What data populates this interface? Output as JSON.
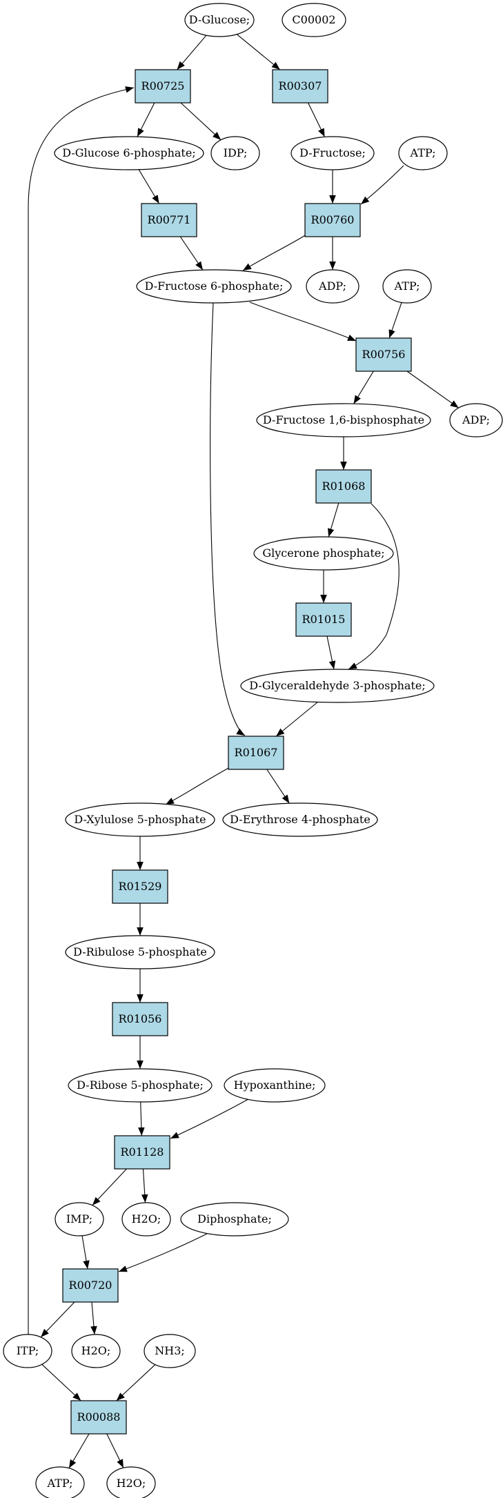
{
  "colors": {
    "start": "#00ee00",
    "compound": "#ffff00",
    "reaction": "#add8e6",
    "metabolite": "#ffffff"
  },
  "nodes": {
    "d_glucose": {
      "label": "D-Glucose;",
      "shape": "ellipse",
      "fill": "#00ee00"
    },
    "c00002": {
      "label": "C00002",
      "shape": "ellipse",
      "fill": "#ffff00"
    },
    "r00725": {
      "label": "R00725",
      "shape": "box"
    },
    "r00307": {
      "label": "R00307",
      "shape": "box"
    },
    "d_glucose_6p": {
      "label": "D-Glucose 6-phosphate;",
      "shape": "ellipse"
    },
    "idp": {
      "label": "IDP;",
      "shape": "ellipse"
    },
    "d_fructose": {
      "label": "D-Fructose;",
      "shape": "ellipse"
    },
    "atp_1": {
      "label": "ATP;",
      "shape": "ellipse"
    },
    "r00771": {
      "label": "R00771",
      "shape": "box"
    },
    "r00760": {
      "label": "R00760",
      "shape": "box"
    },
    "d_fructose_6p": {
      "label": "D-Fructose 6-phosphate;",
      "shape": "ellipse"
    },
    "adp_1": {
      "label": "ADP;",
      "shape": "ellipse"
    },
    "atp_2": {
      "label": "ATP;",
      "shape": "ellipse"
    },
    "r00756": {
      "label": "R00756",
      "shape": "box"
    },
    "d_fructose_16bp": {
      "label": "D-Fructose 1,6-bisphosphate",
      "shape": "ellipse"
    },
    "adp_2": {
      "label": "ADP;",
      "shape": "ellipse"
    },
    "r01068": {
      "label": "R01068",
      "shape": "box"
    },
    "glycerone_p": {
      "label": "Glycerone phosphate;",
      "shape": "ellipse"
    },
    "r01015": {
      "label": "R01015",
      "shape": "box"
    },
    "d_glyceraldehyde_3p": {
      "label": "D-Glyceraldehyde 3-phosphate;",
      "shape": "ellipse"
    },
    "r01067": {
      "label": "R01067",
      "shape": "box"
    },
    "d_xylulose_5p": {
      "label": "D-Xylulose 5-phosphate",
      "shape": "ellipse"
    },
    "d_erythrose_4p": {
      "label": "D-Erythrose 4-phosphate",
      "shape": "ellipse"
    },
    "r01529": {
      "label": "R01529",
      "shape": "box"
    },
    "d_ribulose_5p": {
      "label": "D-Ribulose 5-phosphate",
      "shape": "ellipse"
    },
    "r01056": {
      "label": "R01056",
      "shape": "box"
    },
    "d_ribose_5p": {
      "label": "D-Ribose 5-phosphate;",
      "shape": "ellipse"
    },
    "hypoxanthine": {
      "label": "Hypoxanthine;",
      "shape": "ellipse"
    },
    "r01128": {
      "label": "R01128",
      "shape": "box"
    },
    "imp": {
      "label": "IMP;",
      "shape": "ellipse"
    },
    "h2o_1": {
      "label": "H2O;",
      "shape": "ellipse"
    },
    "diphosphate": {
      "label": "Diphosphate;",
      "shape": "ellipse"
    },
    "r00720": {
      "label": "R00720",
      "shape": "box"
    },
    "itp": {
      "label": "ITP;",
      "shape": "ellipse"
    },
    "h2o_2": {
      "label": "H2O;",
      "shape": "ellipse"
    },
    "nh3": {
      "label": "NH3;",
      "shape": "ellipse"
    },
    "r00088": {
      "label": "R00088",
      "shape": "box"
    },
    "atp_3": {
      "label": "ATP;",
      "shape": "ellipse"
    },
    "h2o_3": {
      "label": "H2O;",
      "shape": "ellipse"
    }
  },
  "edges": [
    [
      "d_glucose",
      "r00725"
    ],
    [
      "d_glucose",
      "r00307"
    ],
    [
      "r00725",
      "d_glucose_6p"
    ],
    [
      "r00725",
      "idp"
    ],
    [
      "r00307",
      "d_fructose"
    ],
    [
      "d_glucose_6p",
      "r00771"
    ],
    [
      "d_fructose",
      "r00760"
    ],
    [
      "atp_1",
      "r00760"
    ],
    [
      "r00771",
      "d_fructose_6p"
    ],
    [
      "r00760",
      "d_fructose_6p"
    ],
    [
      "r00760",
      "adp_1"
    ],
    [
      "d_fructose_6p",
      "r00756"
    ],
    [
      "atp_2",
      "r00756"
    ],
    [
      "d_fructose_6p",
      "r01067"
    ],
    [
      "r00756",
      "d_fructose_16bp"
    ],
    [
      "r00756",
      "adp_2"
    ],
    [
      "d_fructose_16bp",
      "r01068"
    ],
    [
      "r01068",
      "glycerone_p"
    ],
    [
      "r01068",
      "d_glyceraldehyde_3p"
    ],
    [
      "glycerone_p",
      "r01015"
    ],
    [
      "r01015",
      "d_glyceraldehyde_3p"
    ],
    [
      "d_glyceraldehyde_3p",
      "r01067"
    ],
    [
      "r01067",
      "d_xylulose_5p"
    ],
    [
      "r01067",
      "d_erythrose_4p"
    ],
    [
      "d_xylulose_5p",
      "r01529"
    ],
    [
      "r01529",
      "d_ribulose_5p"
    ],
    [
      "d_ribulose_5p",
      "r01056"
    ],
    [
      "r01056",
      "d_ribose_5p"
    ],
    [
      "d_ribose_5p",
      "r01128"
    ],
    [
      "hypoxanthine",
      "r01128"
    ],
    [
      "r01128",
      "imp"
    ],
    [
      "r01128",
      "h2o_1"
    ],
    [
      "imp",
      "r00720"
    ],
    [
      "diphosphate",
      "r00720"
    ],
    [
      "r00720",
      "itp"
    ],
    [
      "r00720",
      "h2o_2"
    ],
    [
      "itp",
      "r00088"
    ],
    [
      "nh3",
      "r00088"
    ],
    [
      "itp",
      "r00725"
    ],
    [
      "r00088",
      "atp_3"
    ],
    [
      "r00088",
      "h2o_3"
    ]
  ]
}
